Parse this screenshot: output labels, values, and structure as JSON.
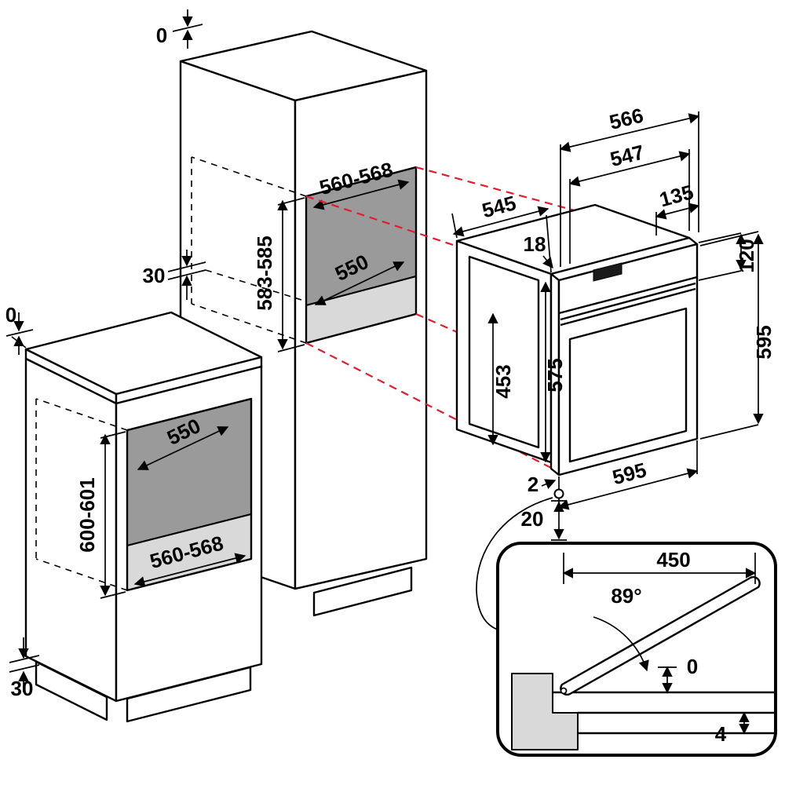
{
  "diagram": {
    "title": "Built-in oven installation dimensions drawing",
    "labels": {
      "tall_top_zero": "0",
      "tall_side_30": "30",
      "tall_niche_width": "560-568",
      "tall_niche_height": "583-585",
      "tall_niche_depth": "550",
      "base_top_zero": "0",
      "base_bottom_30": "30",
      "base_niche_depth": "550",
      "base_niche_height": "600-601",
      "base_niche_width": "560-568",
      "oven_width_outer": "566",
      "oven_width_inner": "547",
      "oven_depth": "545",
      "oven_rear_top": "135",
      "oven_frame_gap": "18",
      "oven_panel_height": "120",
      "oven_height_overall": "595",
      "oven_body_height": "575",
      "oven_cavity_height": "453",
      "oven_front_width": "595",
      "oven_bottom_gap": "2",
      "oven_bottom_offset": "20",
      "door_length": "450",
      "door_angle": "89°",
      "door_gap_zero": "0",
      "door_gap_four": "4"
    },
    "colors": {
      "projection": "#e11d2e",
      "niche_back": "#9a9a9a",
      "niche_floor": "#d9d9d9"
    }
  }
}
